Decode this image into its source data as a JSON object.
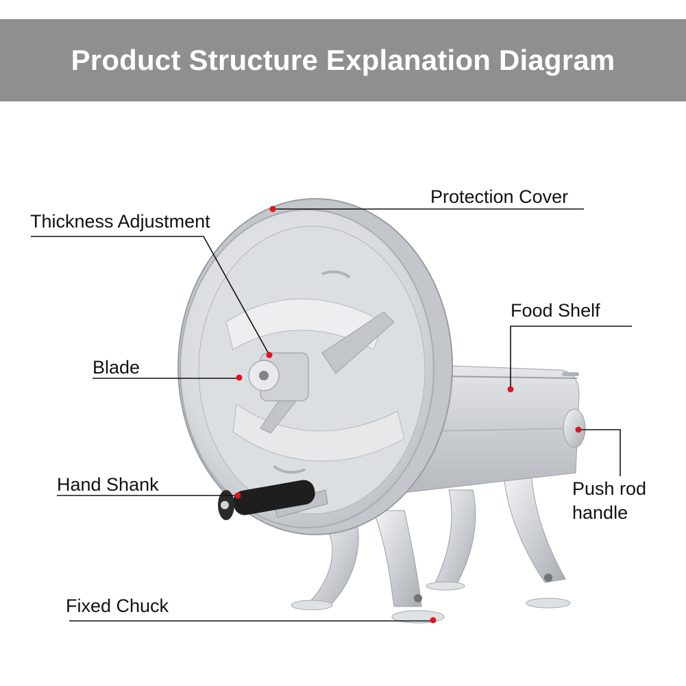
{
  "header": {
    "title": "Product Structure Explanation Diagram"
  },
  "callouts": [
    {
      "id": "protection-cover",
      "text": "Protection Cover"
    },
    {
      "id": "thickness-adjustment",
      "text": "Thickness Adjustment"
    },
    {
      "id": "food-shelf",
      "text": "Food Shelf"
    },
    {
      "id": "blade",
      "text": "Blade"
    },
    {
      "id": "push-rod-handle",
      "line1": "Push rod",
      "line2": "handle"
    },
    {
      "id": "hand-shank",
      "text": "Hand Shank"
    },
    {
      "id": "fixed-chuck",
      "text": "Fixed Chuck"
    }
  ],
  "colors": {
    "banner": "#8f8f8f",
    "marker": "#e0141e",
    "metal": "#c9ccd0",
    "handle": "#1e1e1e"
  }
}
